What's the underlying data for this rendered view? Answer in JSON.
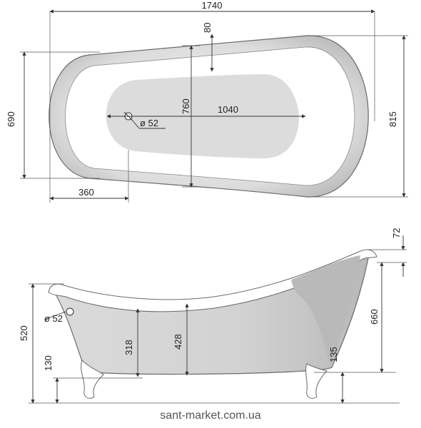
{
  "top_view": {
    "overall_length": "1740",
    "head_offset": "80",
    "inner_width": "760",
    "inner_length": "1040",
    "drain": "ø 52",
    "drain_offset": "360",
    "left_width": "690",
    "right_width": "815"
  },
  "side_view": {
    "overflow": "ø 52",
    "total_height": "520",
    "inner_depth": "318",
    "depth": "428",
    "base_height_left": "130",
    "head_height": "660",
    "head_rim": "72",
    "base_height_right": "135"
  },
  "watermark": "sant-market.com.ua",
  "colors": {
    "rim": "#ffffff",
    "inner_basin": "#e0e0e0",
    "body": "#cfcfcf",
    "outline": "#6a6a6a"
  }
}
